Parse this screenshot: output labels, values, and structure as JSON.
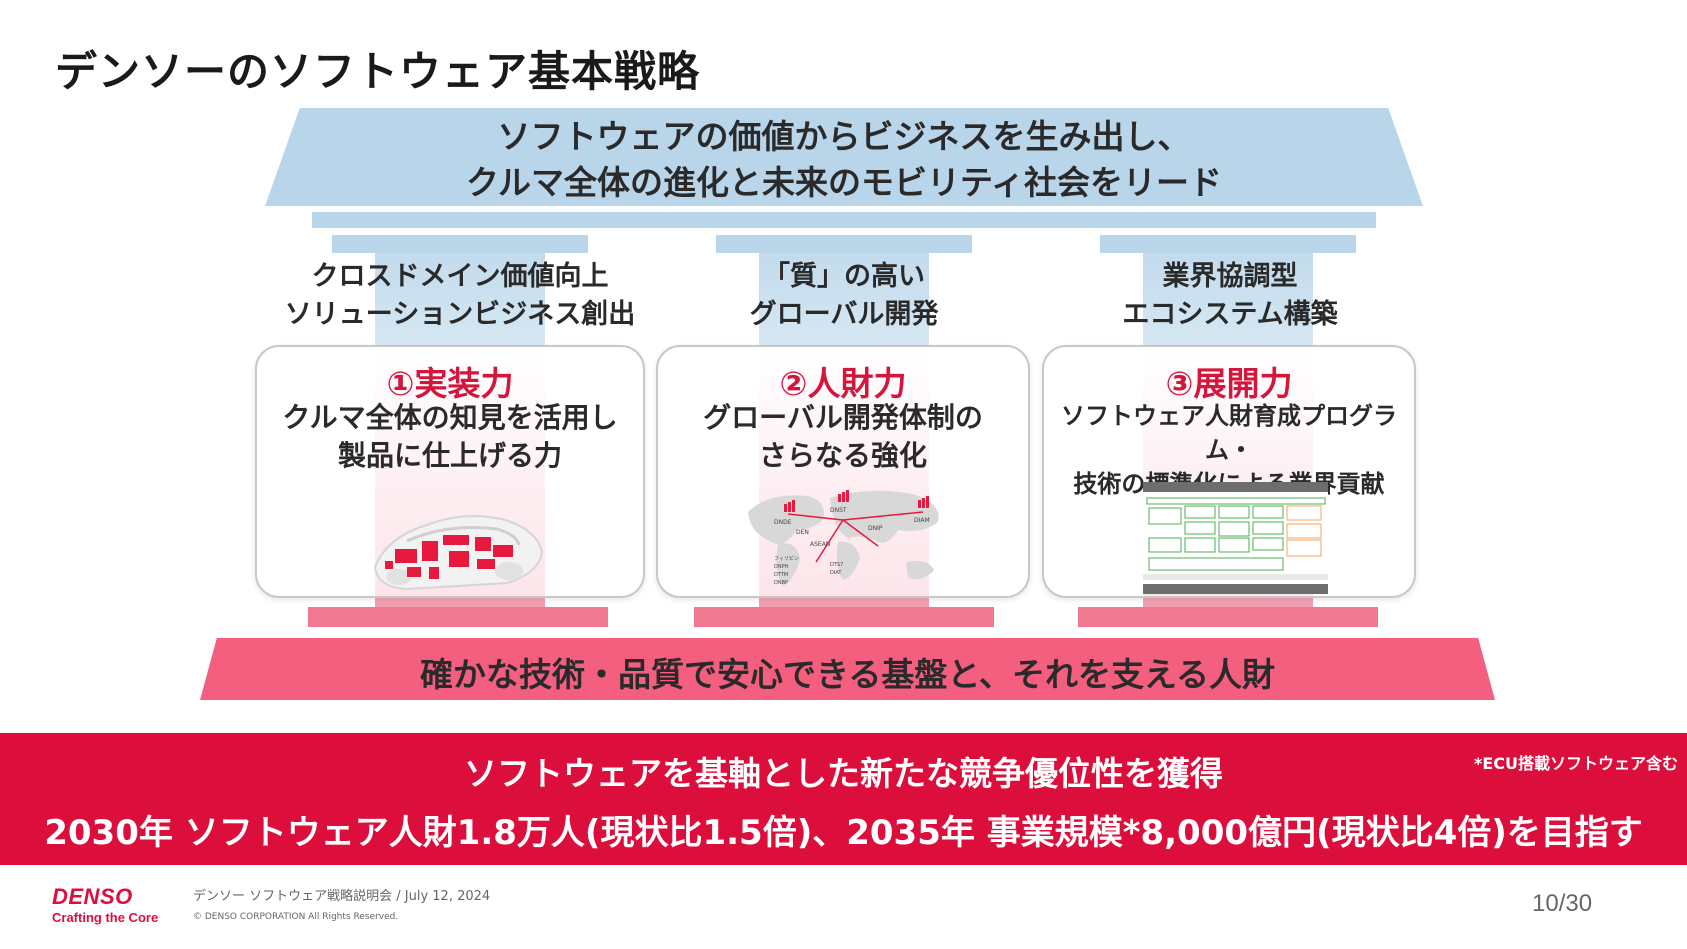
{
  "title": "デンソーのソフトウェア基本戦略",
  "roof": {
    "line1": "ソフトウェアの価値からビジネスを生み出し、",
    "line2": "クルマ全体の進化と未来のモビリティ社会をリード"
  },
  "pillars": [
    {
      "head1": "クロスドメイン価値向上",
      "head2": "ソリューションビジネス創出",
      "card_title": "①実装力",
      "card_line1": "クルマ全体の知見を活用し",
      "card_line2": "製品に仕上げる力",
      "image": "vehicle-components-illustration"
    },
    {
      "head1": "「質」の高い",
      "head2": "グローバル開発",
      "card_title": "②人財力",
      "card_line1": "グローバル開発体制の",
      "card_line2": "さらなる強化",
      "image": "global-development-map",
      "map_labels": [
        "DNDE",
        "DNST",
        "DIAM",
        "DNIP",
        "DEN",
        "ASEAN",
        "フィリピン",
        "DNPH",
        "DTTM",
        "DNBP",
        "DTS7",
        "DIAT"
      ]
    },
    {
      "head1": "業界協調型",
      "head2": "エコシステム構築",
      "card_title": "③展開力",
      "card_line1": "ソフトウェア人財育成プログラム・",
      "card_line2": "技術の標準化による業界貢献",
      "image": "software-architecture-diagram"
    }
  ],
  "foundation": "確かな技術・品質で安心できる基盤と、それを支える人財",
  "goal": {
    "line1": "ソフトウェアを基軸とした新たな競争優位性を獲得",
    "line2": "2030年 ソフトウェア人財1.8万人(現状比1.5倍)、2035年 事業規模*8,000億円(現状比4倍)を目指す",
    "note": "*ECU搭載ソフトウェア含む"
  },
  "footer": {
    "logo": "DENSO",
    "tagline": "Crafting the Core",
    "event": "デンソー ソフトウェア戦略説明会 / July 12, 2024",
    "copyright": "© DENSO CORPORATION All Rights Reserved.",
    "page": "10/30"
  },
  "colors": {
    "brand_red": "#dc0e3c",
    "roof_blue": "#b9d5ea",
    "foundation_pink": "#f45f7f",
    "accent_red_text": "#d4163d"
  }
}
